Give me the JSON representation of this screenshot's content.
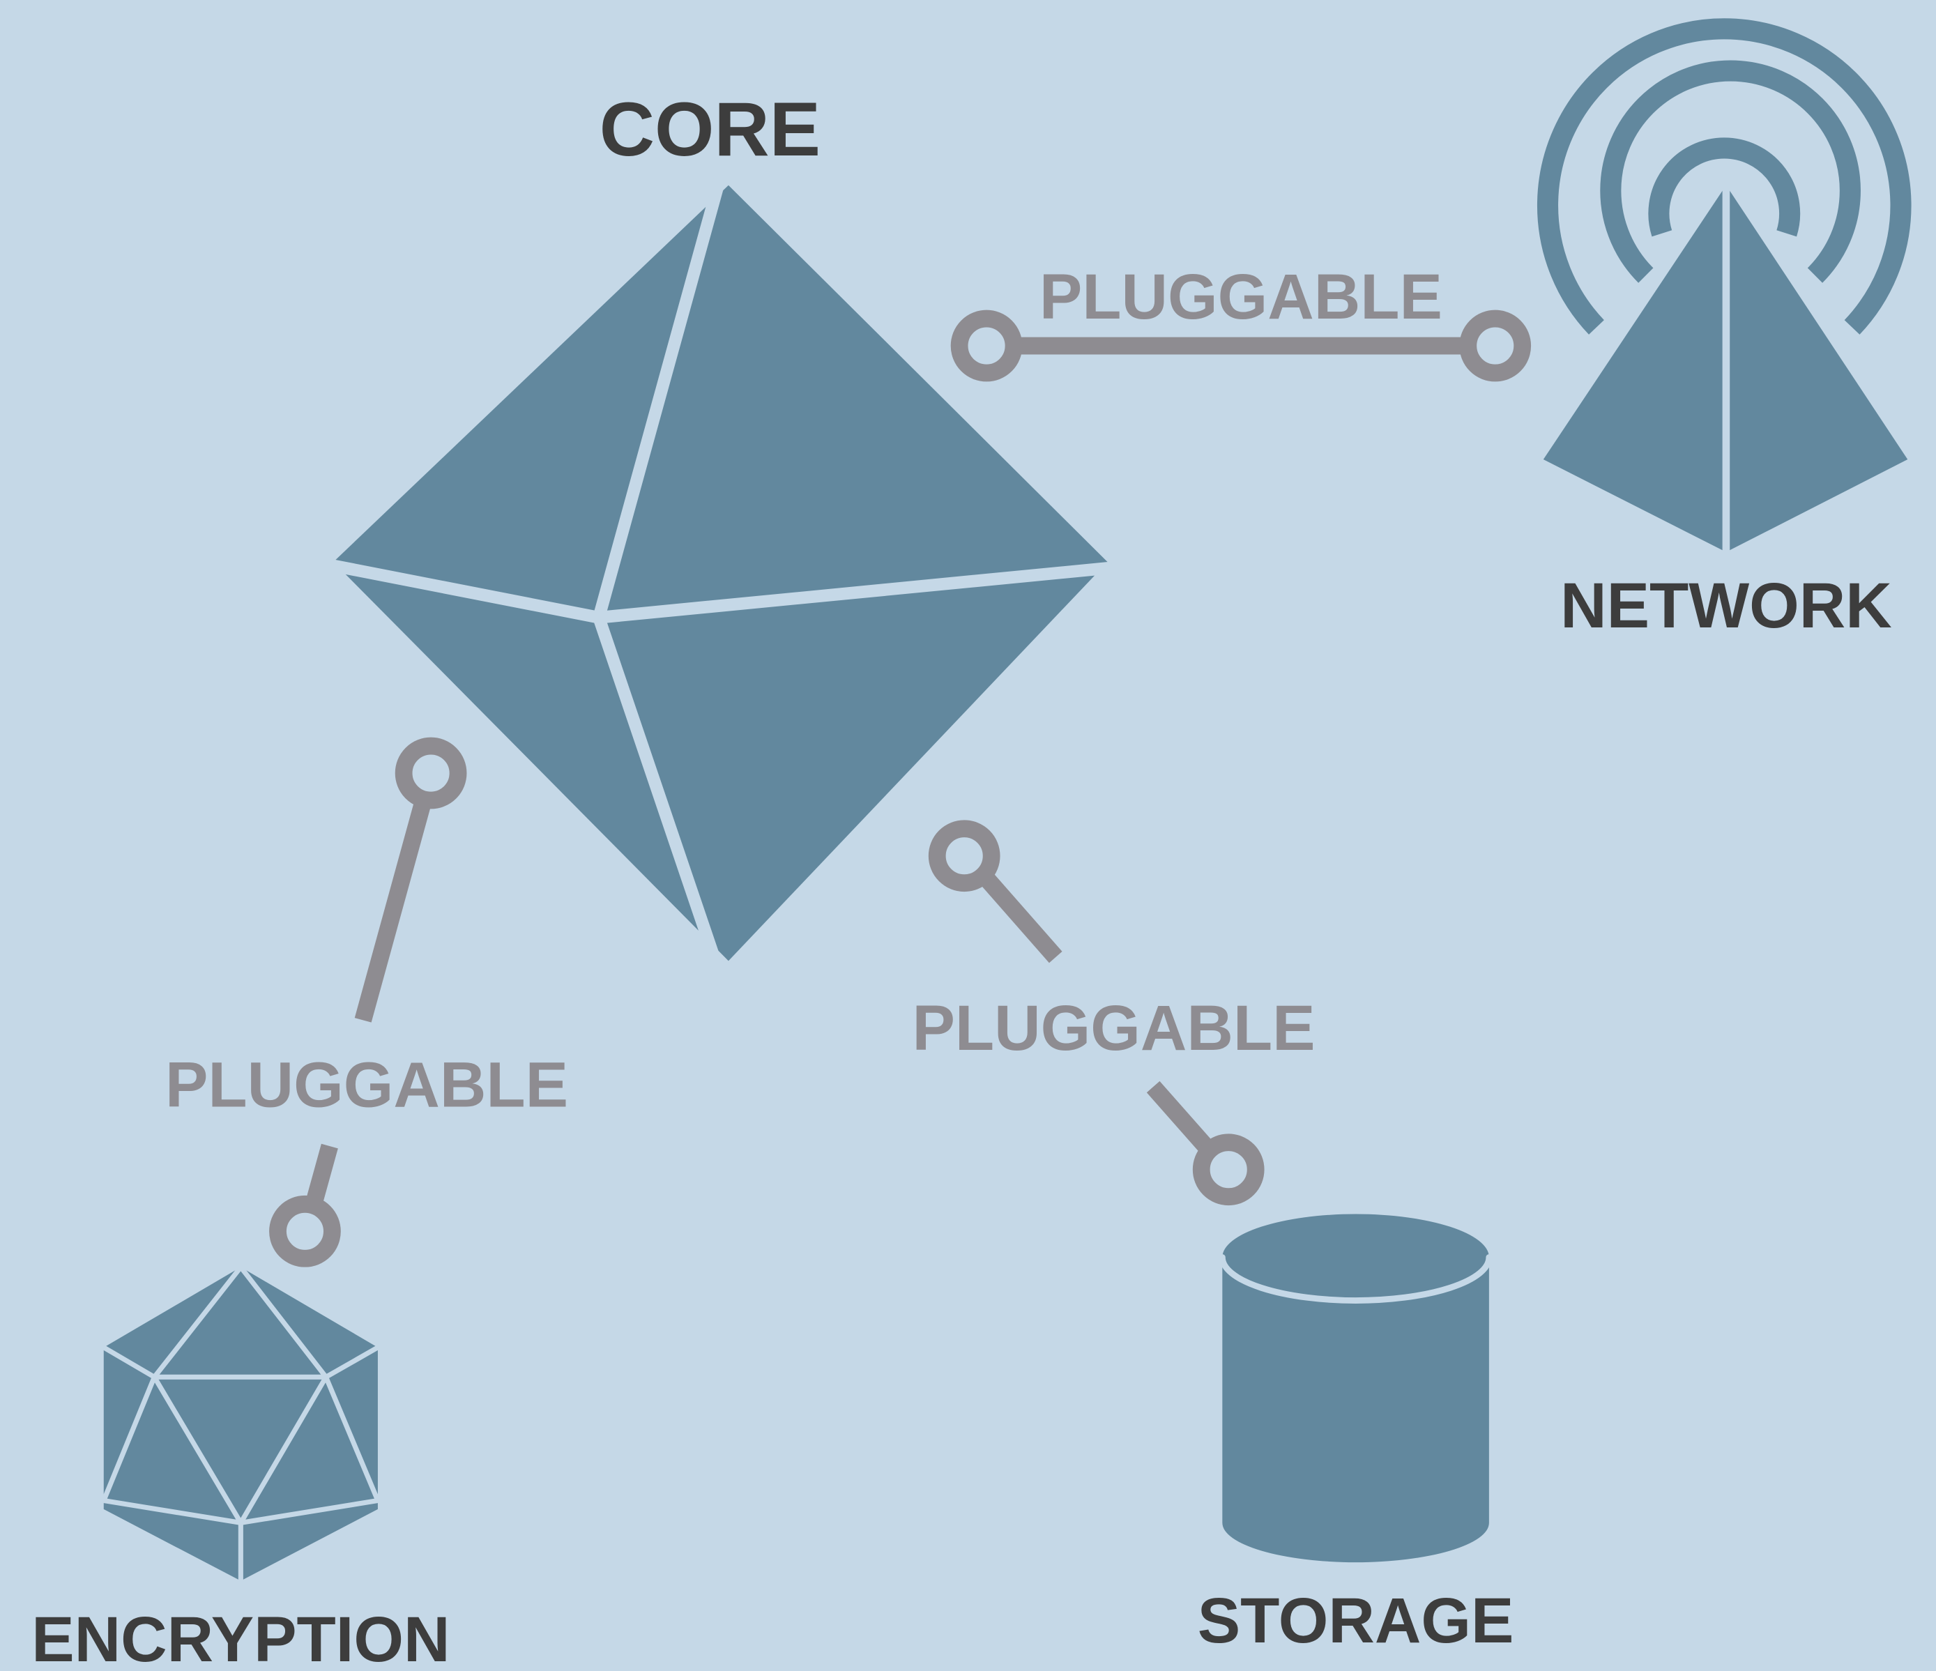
{
  "diagram": {
    "core": {
      "label": "CORE"
    },
    "network": {
      "label": "NETWORK"
    },
    "encryption": {
      "label": "ENCRYPTION"
    },
    "storage": {
      "label": "STORAGE"
    },
    "connectors": [
      {
        "from": "CORE",
        "to": "NETWORK",
        "label": "PLUGGABLE"
      },
      {
        "from": "CORE",
        "to": "ENCRYPTION",
        "label": "PLUGGABLE"
      },
      {
        "from": "CORE",
        "to": "STORAGE",
        "label": "PLUGGABLE"
      }
    ]
  },
  "colors": {
    "background": "#c5d8e7",
    "shape_fill": "#62889e",
    "connector": "#8e8c91",
    "label_dark": "#3d3d3d"
  }
}
